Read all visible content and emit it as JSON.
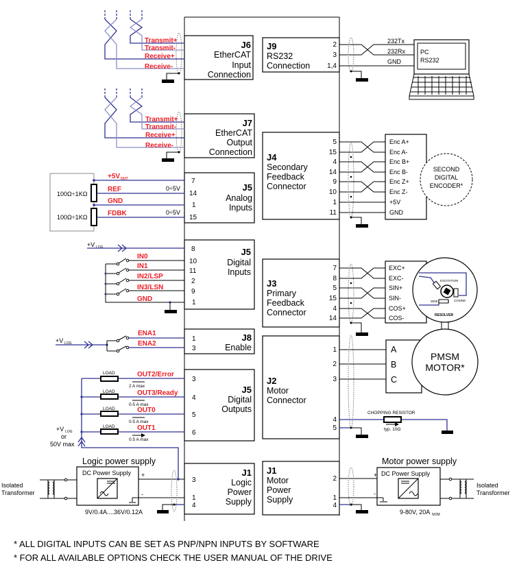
{
  "colors": {
    "wire": "#2e3192",
    "signal_label": "#ed1c24"
  },
  "connectors": {
    "j6": {
      "id": "J6",
      "lines": [
        "EtherCAT",
        "Input",
        "Connection"
      ]
    },
    "j7": {
      "id": "J7",
      "lines": [
        "EtherCAT",
        "Output",
        "Connection"
      ]
    },
    "j5_analog": {
      "id": "J5",
      "lines": [
        "Analog",
        "Inputs"
      ],
      "pins": [
        "7",
        "14",
        "1",
        "15"
      ]
    },
    "j5_digital_in": {
      "id": "J5",
      "lines": [
        "Digital",
        "Inputs"
      ],
      "pins": [
        "8",
        "10",
        "11",
        "2",
        "9",
        "1"
      ]
    },
    "j8": {
      "id": "J8",
      "lines": [
        "Enable"
      ],
      "pins": [
        "1",
        "3"
      ]
    },
    "j5_digital_out": {
      "id": "J5",
      "lines": [
        "Digital",
        "Outputs"
      ],
      "pins": [
        "3",
        "4",
        "5",
        "6"
      ]
    },
    "j1_logic": {
      "id": "J1",
      "lines": [
        "Logic",
        "Power",
        "Supply"
      ],
      "pins": [
        "3",
        "1",
        "4"
      ]
    },
    "j9": {
      "id": "J9",
      "lines": [
        "RS232",
        "Connection"
      ],
      "pins": [
        "2",
        "3",
        "1,4"
      ]
    },
    "j4": {
      "id": "J4",
      "lines": [
        "Secondary",
        "Feedback",
        "Connector"
      ],
      "pins": [
        "5",
        "15",
        "4",
        "14",
        "9",
        "10",
        "1",
        "11"
      ]
    },
    "j3": {
      "id": "J3",
      "lines": [
        "Primary",
        "Feedback",
        "Connector"
      ],
      "pins": [
        "7",
        "8",
        "5",
        "15",
        "4",
        "14"
      ]
    },
    "j2": {
      "id": "J2",
      "lines": [
        "Motor",
        "Connector"
      ],
      "pins": [
        "1",
        "2",
        "3",
        "4",
        "5"
      ]
    },
    "j1_motor": {
      "id": "J1",
      "lines": [
        "Motor",
        "Power",
        "Supply"
      ],
      "pins": [
        "2",
        "1",
        "4"
      ]
    }
  },
  "ethercat": {
    "signals": [
      "Transmit+",
      "Transmit-",
      "Receive+",
      "Receive-"
    ]
  },
  "analog": {
    "v5out": "+5V",
    "v5out_sub": "OUT",
    "signals": [
      "REF",
      "GND",
      "FDBK"
    ],
    "range": "0÷5V",
    "pot_value": "100Ω÷1KΩ"
  },
  "digital_in": {
    "vlog": "+V",
    "vlog_sub": "LOG",
    "signals": [
      "IN0",
      "IN1",
      "IN2/LSP",
      "IN3/LSN",
      "GND"
    ]
  },
  "enable": {
    "vlog": "+V",
    "vlog_sub": "LOG",
    "signals": [
      "ENA1",
      "ENA2"
    ]
  },
  "digital_out": {
    "load": "LOAD",
    "signals": [
      "OUT2/Error",
      "OUT3/Ready",
      "OUT0",
      "OUT1"
    ],
    "currents": [
      "2 A max",
      "0.5 A max",
      "0.5 A max",
      "0.5 A max"
    ],
    "supply": [
      "+V",
      "LOG",
      "or",
      "50V max"
    ]
  },
  "logic_ps": {
    "title": "Logic power supply",
    "box": "DC Power Supply",
    "rating": "9V/0.4A....36V/0.12A",
    "transformer": [
      "Isolated",
      "Transformer"
    ],
    "plus": "+",
    "minus": "-"
  },
  "motor_ps": {
    "title": "Motor power supply",
    "box": "DC Power Supply",
    "rating": "9-80V, 20A",
    "rating_sub": "NOM",
    "transformer": [
      "Isolated",
      "Transformer"
    ],
    "plus": "+",
    "minus": "-"
  },
  "rs232": {
    "signals": [
      "232Tx",
      "232Rx",
      "GND"
    ],
    "pc": [
      "PC",
      "RS232"
    ]
  },
  "encoder": {
    "signals": [
      "Enc A+",
      "Enc A-",
      "Enc B+",
      "Enc B-",
      "Enc Z+",
      "Enc Z-",
      "+5V",
      "GND"
    ],
    "label": [
      "SECOND",
      "DIGITAL",
      "ENCODER*"
    ]
  },
  "resolver": {
    "signals": [
      "EXC+",
      "EXC-",
      "SIN+",
      "SIN-",
      "COS+",
      "COS-"
    ],
    "label": "RESOLVER",
    "coils": [
      "EXCITATION",
      "COSINE",
      "SINE"
    ]
  },
  "motor": {
    "phases": [
      "A",
      "B",
      "C"
    ],
    "label": [
      "PMSM",
      "MOTOR*"
    ],
    "chopping": "CHOPPING RESISTOR",
    "chopping_value": "typ. 10Ω"
  },
  "footnotes": [
    "* ALL DIGITAL INPUTS CAN BE SET AS PNP/NPN INPUTS BY SOFTWARE",
    "* FOR ALL AVAILABLE OPTIONS CHECK THE USER MANUAL OF THE DRIVE"
  ]
}
